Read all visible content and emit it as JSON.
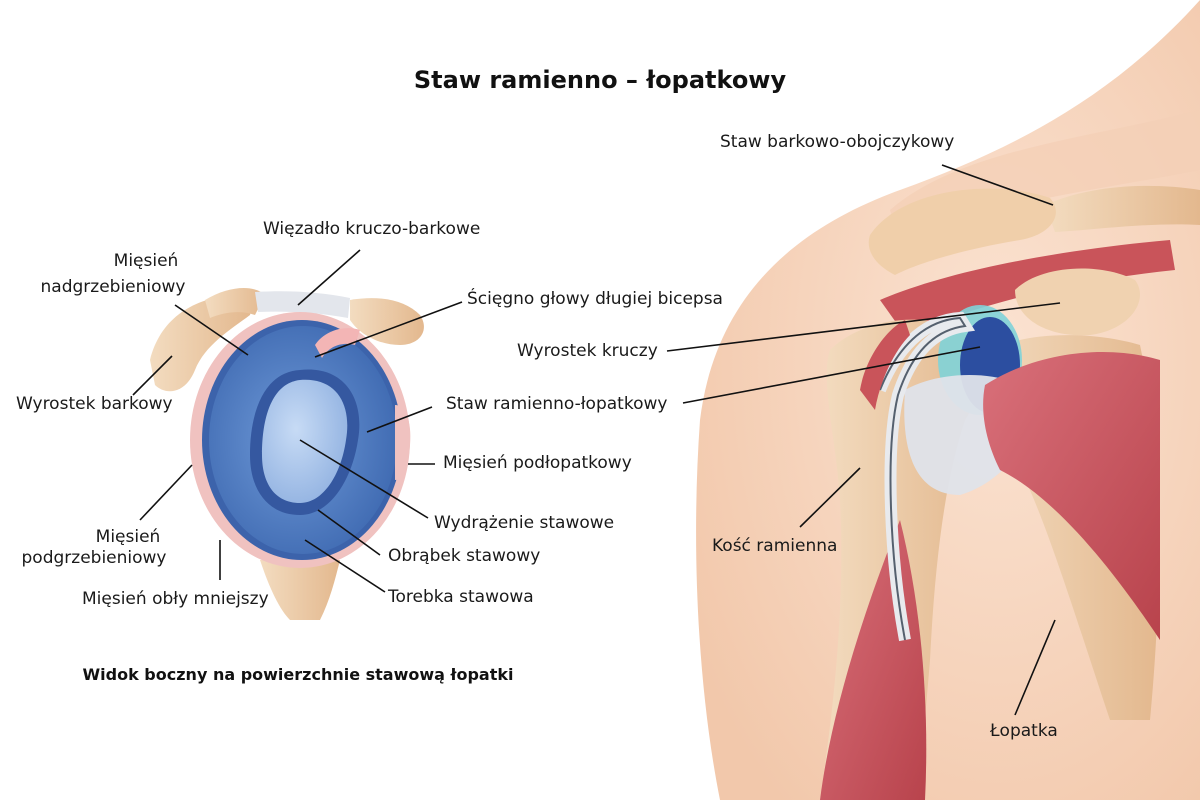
{
  "title": "Staw ramienno – łopatkowy",
  "subtitle": "Widok boczny na powierzchnie stawową łopatki",
  "lateral_view": {
    "labels": {
      "coracoacromial_ligament": "Więzadło kruczo-barkowe",
      "supraspinatus_line1": "Mięsień",
      "supraspinatus_line2": "nadgrzebieniowy",
      "biceps_tendon": "Ścięgno głowy długiej bicepsa",
      "acromion": "Wyrostek barkowy",
      "glenohumeral_joint": "Staw ramienno-łopatkowy",
      "subscapularis": "Mięsień podłopatkowy",
      "glenoid_cavity": "Wydrążenie stawowe",
      "infraspinatus_line1": "Mięsień",
      "infraspinatus_line2": "podgrzebieniowy",
      "glenoid_labrum": "Obrąbek stawowy",
      "teres_minor": "Mięsień obły mniejszy",
      "joint_capsule": "Torebka stawowa"
    }
  },
  "anterior_view": {
    "labels": {
      "acromioclavicular_joint": "Staw barkowo-obojczykowy",
      "coracoid_process": "Wyrostek kruczy",
      "glenohumeral_joint": "Staw ramienno-łopatkowy",
      "humerus": "Kość ramienna",
      "scapula": "Łopatka"
    }
  },
  "colors": {
    "skin": "#f6d2b8",
    "bone": "#efcfa7",
    "muscle": "#c9545a",
    "capsule_blue": "#4f7fc8",
    "cartilage_blue": "#a9c4ea",
    "ligament": "#e6e8ec",
    "leader_line": "#111111"
  }
}
